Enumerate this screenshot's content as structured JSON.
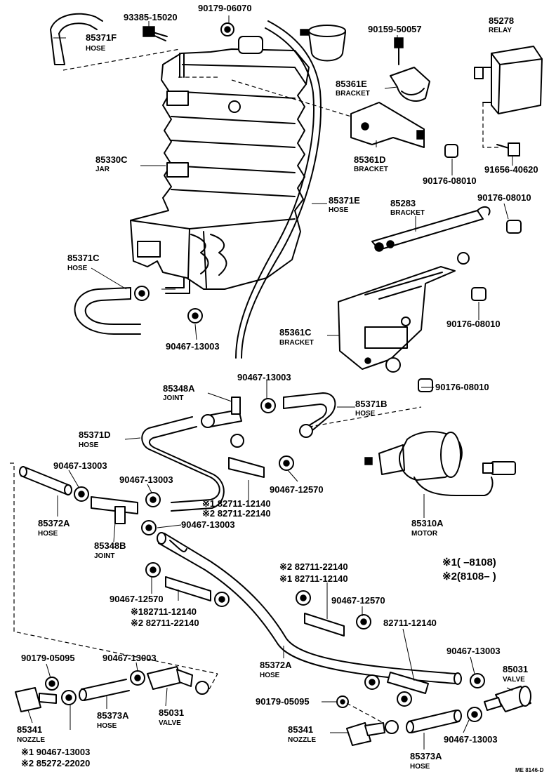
{
  "labels": {
    "p93385_15020": "93385-15020",
    "p90179_06070": "90179-06070",
    "p85371F": "85371F",
    "hose_F": "HOSE",
    "p90159_50057": "90159-50057",
    "p85278": "85278",
    "relay": "RELAY",
    "p85361E": "85361E",
    "bracket_E": "BRACKET",
    "p85330C": "85330C",
    "jar": "JAR",
    "p85361D": "85361D",
    "bracket_D": "BRACKET",
    "p90176_08010_a": "90176-08010",
    "p91656_40620": "91656-40620",
    "p85371E": "85371E",
    "hose_E": "HOSE",
    "p85283": "85283",
    "bracket_283": "BRACKET",
    "p90176_08010_b": "90176-08010",
    "p85371C": "85371C",
    "hose_C": "HOSE",
    "p90176_08010_c": "90176-08010",
    "p85361C": "85361C",
    "bracket_C": "BRACKET",
    "p90467_13003_a": "90467-13003",
    "p90467_13003_b": "90467-13003",
    "p90176_08010_d": "90176-08010",
    "p85348A": "85348A",
    "joint_A": "JOINT",
    "p85371B": "85371B",
    "hose_B": "HOSE",
    "p85371D": "85371D",
    "hose_D": "HOSE",
    "p90467_13003_c": "90467-13003",
    "p90467_13003_d": "90467-13003",
    "p90467_12570_a": "90467-12570",
    "p85372A_a": "85372A",
    "hose_372a": "HOSE",
    "m1_82711_12140_a": "※1 82711-12140",
    "m2_82711_22140_a": "※2 82711-22140",
    "p90467_13003_e": "90467-13003",
    "p85348B": "85348B",
    "joint_B": "JOINT",
    "p85310A": "85310A",
    "motor": "MOTOR",
    "legend1": "※1(      –8108)",
    "legend2": "※2(8108–       )",
    "m2_82711_22140_b": "※2 82711-22140",
    "m1_82711_12140_b": "※1 82711-12140",
    "p90467_12570_b": "90467-12570",
    "p90467_12570_c": "90467-12570",
    "m1_82711_12140_c": "※182711-12140",
    "m2_82711_22140_c": "※2 82711-22140",
    "p82711_12140": "82711-12140",
    "p90179_05095_a": "90179-05095",
    "p90467_13003_f": "90467-13003",
    "p90467_13003_g": "90467-13003",
    "p85031_a": "85031",
    "valve_a": "VALVE",
    "p85372A_b": "85372A",
    "hose_372b": "HOSE",
    "p85341_a": "85341",
    "nozzle_a": "NOZZLE",
    "p85373A_a": "85373A",
    "hose_373a": "HOSE",
    "p85031_b": "85031",
    "valve_b": "VALVE",
    "p90179_05095_b": "90179-05095",
    "m1_90467_13003": "※1 90467-13003",
    "m2_85272_22020": "※2 85272-22020",
    "p85341_b": "85341",
    "nozzle_b": "NOZZLE",
    "p90467_13003_h": "90467-13003",
    "p85373A_b": "85373A",
    "hose_373b": "HOSE",
    "footer_code": "ME 8146-D"
  }
}
